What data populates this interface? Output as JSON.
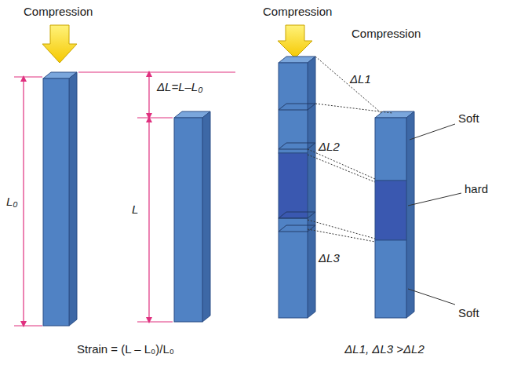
{
  "diagram": {
    "labels": [
      "Compression",
      "Compression",
      "Compression",
      "ΔL=L–L₀",
      "L₀",
      "L",
      "Strain = (L – L₀)/L₀",
      "ΔL1",
      "ΔL2",
      "ΔL3",
      "Soft",
      "hard",
      "Soft",
      "ΔL1, ΔL3 >ΔL2"
    ]
  }
}
